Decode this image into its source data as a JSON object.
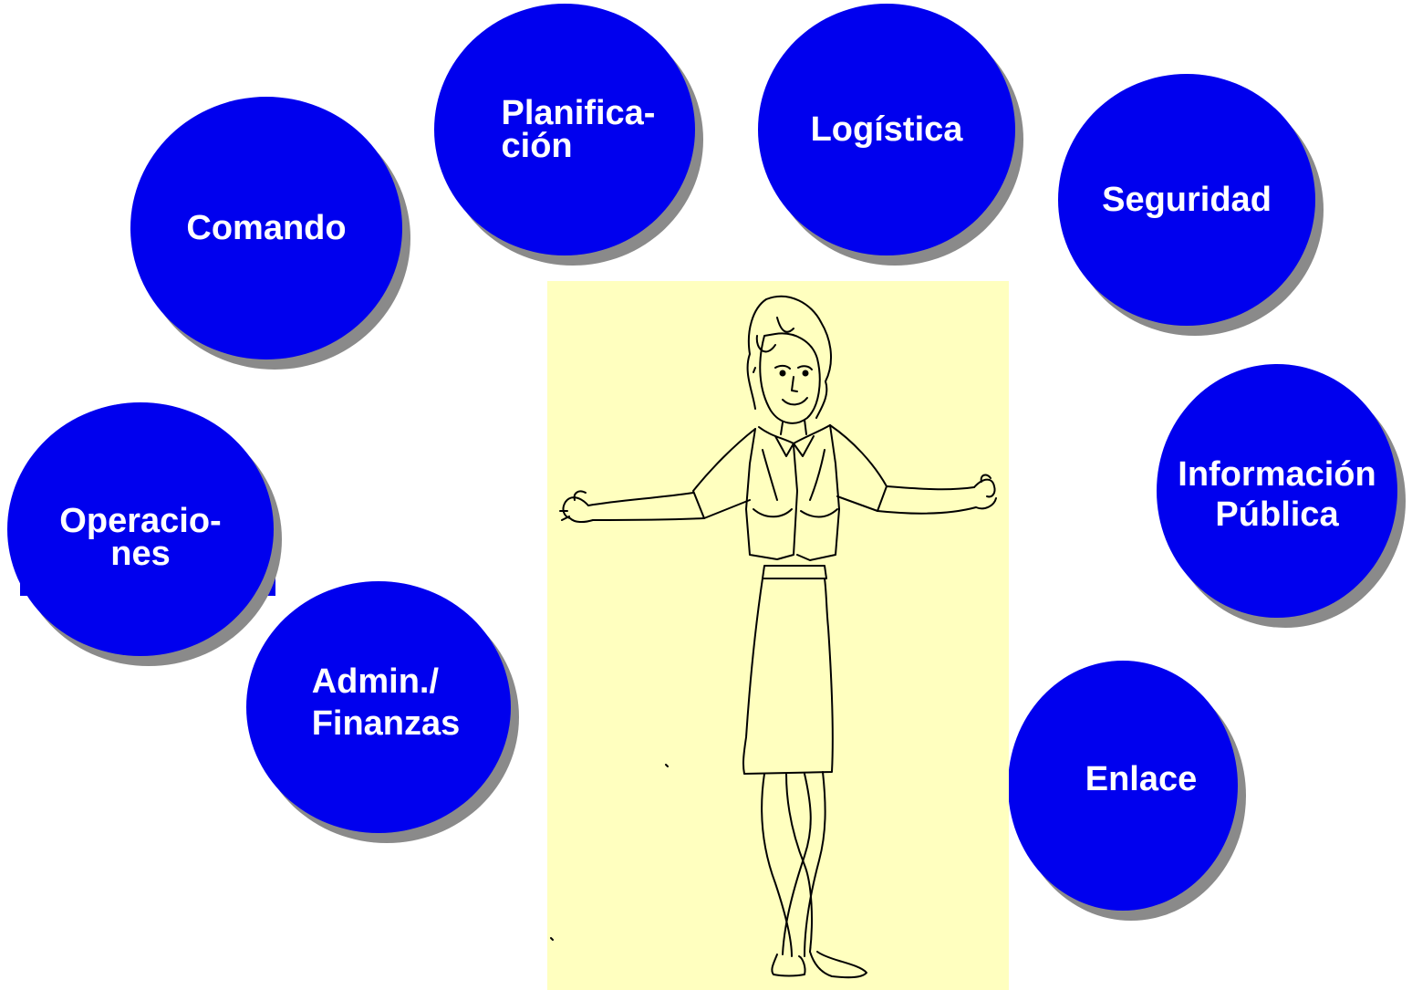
{
  "diagram": {
    "nodes": [
      {
        "id": "comando",
        "label": "Comando"
      },
      {
        "id": "planificacion",
        "label": "Planifica-\nción"
      },
      {
        "id": "logistica",
        "label": "Logística"
      },
      {
        "id": "seguridad",
        "label": "Seguridad"
      },
      {
        "id": "informacion_publica",
        "label": "Información\nPública"
      },
      {
        "id": "operaciones",
        "label": "Operacio-\nnes"
      },
      {
        "id": "admin_finanzas",
        "label": "Admin./\nFinanzas"
      },
      {
        "id": "enlace",
        "label": "Enlace"
      }
    ],
    "center_illustration": "woman-with-open-arms",
    "colors": {
      "node_fill": "#0000ee",
      "node_shadow": "#8a8a8a",
      "node_text": "#ffffff",
      "panel_fill": "#ffffbf"
    }
  }
}
